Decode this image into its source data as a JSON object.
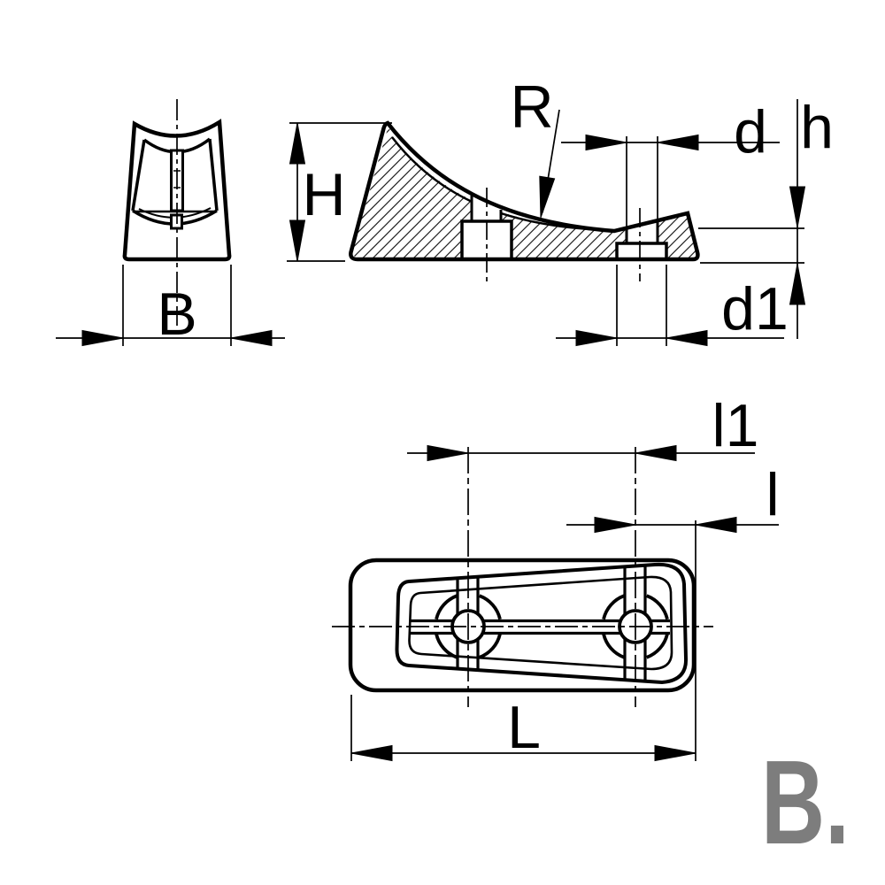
{
  "drawing": {
    "type": "technical-drawing",
    "labels": {
      "B": "B",
      "H": "H",
      "R": "R",
      "d": "d",
      "h": "h",
      "d1": "d1",
      "l1": "l1",
      "l": "l",
      "L": "L"
    }
  },
  "logo": {
    "text": "B."
  },
  "colors": {
    "line": "#000000",
    "hatch": "#222222",
    "logo_gray": "#7d7d7d",
    "background": "#ffffff"
  }
}
